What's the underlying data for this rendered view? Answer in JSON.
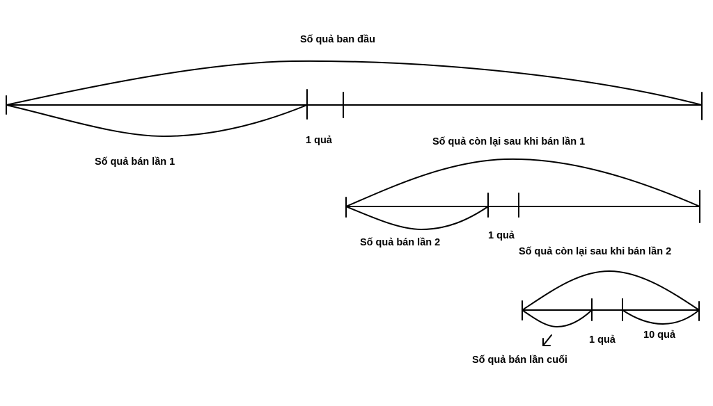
{
  "labels": {
    "initial_total": "Số quả ban đầu",
    "sold_first": "Số quả bán lần 1",
    "one_fruit_1": "1 quả",
    "remaining_after_1": "Số quả còn lại sau khi bán lần 1",
    "sold_second": "Số quả bán lần 2",
    "one_fruit_2": "1 quả",
    "remaining_after_2": "Số quả còn lại sau khi bán lần 2",
    "one_fruit_3": "1 quả",
    "ten_fruits": "10 quả",
    "sold_last": "Số quả bán lần cuối"
  }
}
